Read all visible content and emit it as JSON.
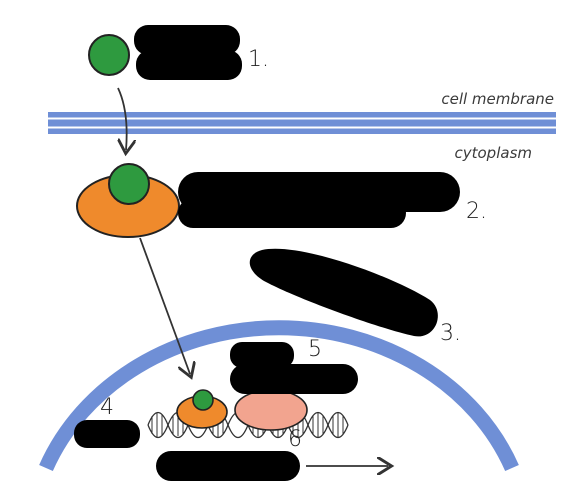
{
  "labels": {
    "membrane": "cell membrane",
    "cytoplasm": "cytoplasm"
  },
  "numbers": [
    "1.",
    "2.",
    "3.",
    "4",
    "5",
    "6"
  ],
  "colors": {
    "membrane": "#6f8fd6",
    "ligand": "#2e9a3f",
    "receptor": "#ef8a2c",
    "factor2": "#f2a48f",
    "redaction": "#000000",
    "line": "#333333"
  }
}
